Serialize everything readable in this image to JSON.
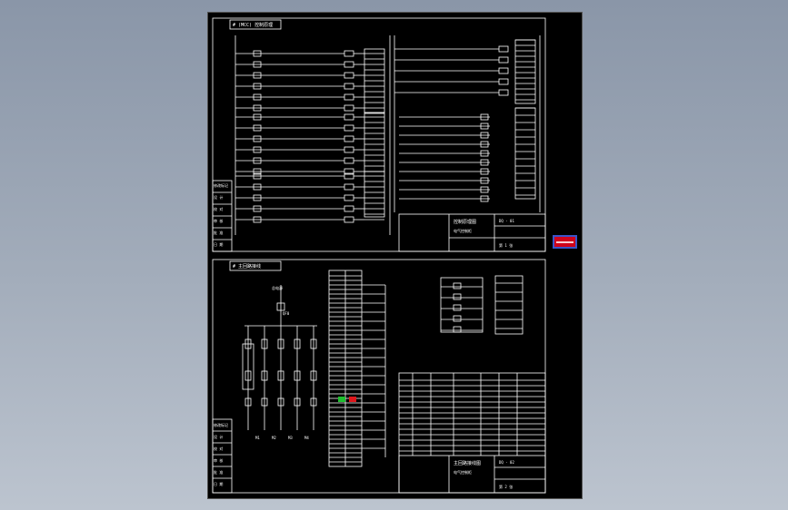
{
  "drawing": {
    "top_sheet": {
      "title": "# (MCC) 控制原理",
      "block_left_rows": [
        "修改标记",
        "设  计",
        "校  对",
        "审  核",
        "批  准",
        "日  期"
      ],
      "title_block": {
        "project": "控制原理图",
        "subtitle": "电气控制柜",
        "drawing_no": "DQ - 01",
        "sheet": "第 1 张"
      }
    },
    "bottom_sheet": {
      "title": "# 主回路接线",
      "block_left_rows": [
        "修改标记",
        "设  计",
        "校  对",
        "审  核",
        "批  准",
        "日  期"
      ],
      "title_block": {
        "project": "主回路接线图",
        "subtitle": "电气控制柜",
        "drawing_no": "DQ - 02",
        "sheet": "第 2 张"
      },
      "bus_label": "总电源",
      "breaker_label": "QF0",
      "motor_labels": [
        "M1",
        "M2",
        "M3",
        "M4"
      ]
    },
    "marker_icon": "red-flag-icon"
  }
}
